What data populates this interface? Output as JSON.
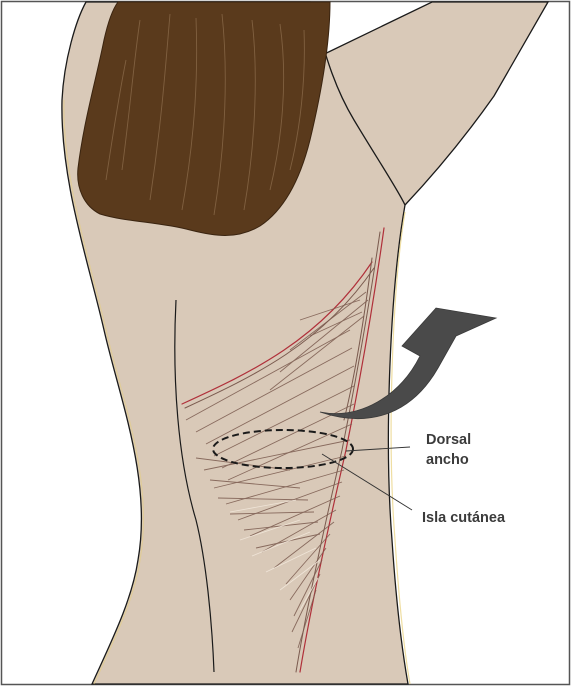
{
  "labels": {
    "dorsal_line1": "Dorsal",
    "dorsal_line2": "ancho",
    "isla": "Isla cutánea"
  },
  "colors": {
    "skin": "#d9c9b8",
    "outline": "#1a1a1a",
    "skin_edge_glow": "#e8d07a",
    "hair": "#5a3a1c",
    "hair_highlight": "#8a6a4a",
    "muscle_line": "#7a5a4e",
    "muscle_highlight": "#b0303a",
    "arrow": "#4a4a4a",
    "frame": "#555555"
  },
  "icons": {
    "arrow": "curved-arrow-up-icon"
  }
}
